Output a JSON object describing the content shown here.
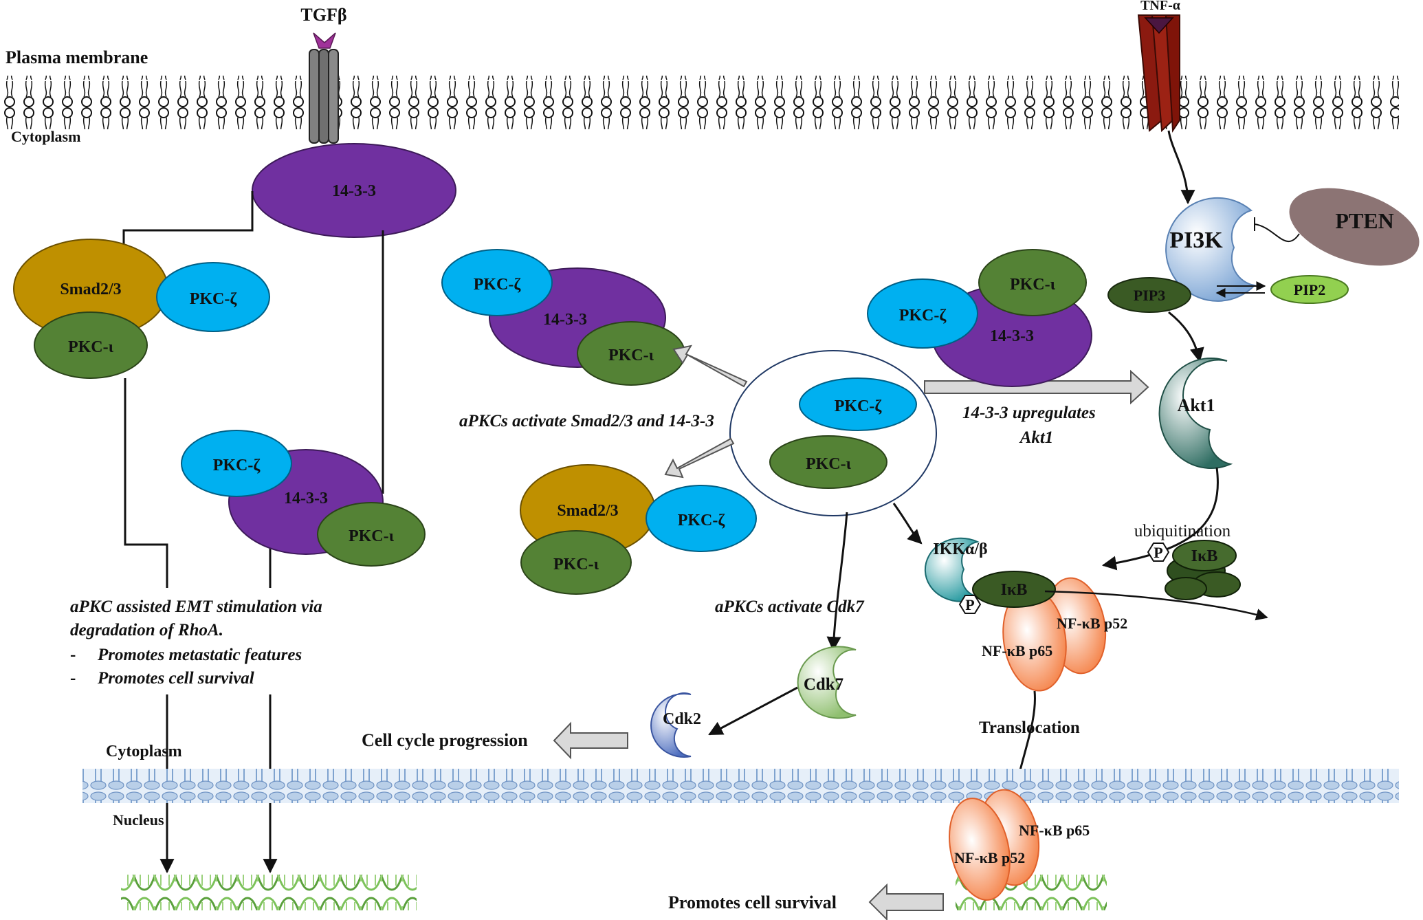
{
  "membrane": {
    "plasma_label": "Plasma membrane",
    "cytoplasm_top_label": "Cytoplasm",
    "cytoplasm_lower_label": "Cytoplasm",
    "nucleus_label": "Nucleus"
  },
  "receptors": {
    "tgfb": "TGFβ",
    "tnfa": "TNF-α"
  },
  "left_pathway": {
    "p1433_top": "14-3-3",
    "smad_complex": {
      "smad": "Smad2/3",
      "zeta": "PKC-ζ",
      "iota": "PKC-ι"
    },
    "complex_1433": {
      "zeta": "PKC-ζ",
      "core": "14-3-3",
      "iota": "PKC-ι"
    },
    "emt_text": [
      "aPKC assisted EMT stimulation via",
      "degradation of RhoA.",
      "-",
      "Promotes metastatic features",
      "-",
      "Promotes cell survival"
    ]
  },
  "center": {
    "complex_1433": {
      "zeta": "PKC-ζ",
      "core": "14-3-3",
      "iota": "PKC-ι"
    },
    "smad_complex": {
      "smad": "Smad2/3",
      "zeta": "PKC-ζ",
      "iota": "PKC-ι"
    },
    "cell_zeta": "PKC-ζ",
    "cell_iota": "PKC-ι",
    "activate_smad_text": "aPKCs activate Smad2/3 and 14-3-3",
    "activate_cdk7_text": "aPKCs activate Cdk7",
    "cdk7": "Cdk7",
    "cdk2": "Cdk2",
    "cell_cycle_text": "Cell cycle progression"
  },
  "right_pathway": {
    "complex_1433": {
      "zeta": "PKC-ζ",
      "iota": "PKC-ι",
      "core": "14-3-3"
    },
    "upregulates_text": [
      "14-3-3 upregulates",
      "Akt1"
    ],
    "pi3k": "PI3K",
    "pten": "PTEN",
    "pip3": "PIP3",
    "pip2": "PIP2",
    "akt1": "Akt1",
    "ubiquitination": "ubiquitination",
    "p_label_1": "P",
    "ikb_free": "IκB",
    "ikk": "IKKα/β",
    "p_label_2": "P",
    "ikb_bound": "IκB",
    "nfkb_p52": "NF-κB p52",
    "nfkb_p65": "NF-κB p65",
    "translocation": "Translocation",
    "nuc_p65": "NF-κB p65",
    "nuc_p52": "NF-κB p52",
    "survival_text": "Promotes cell survival"
  },
  "colors": {
    "purple_1433": "#7030a0",
    "cyan_zeta": "#00b0f0",
    "green_iota": "#548235",
    "gold_smad": "#bf9000",
    "pten_brown": "#8c7474",
    "pip2_green": "#92d050",
    "pip3_green": "#3a5a24",
    "tnf_red": "#8b1a10"
  }
}
